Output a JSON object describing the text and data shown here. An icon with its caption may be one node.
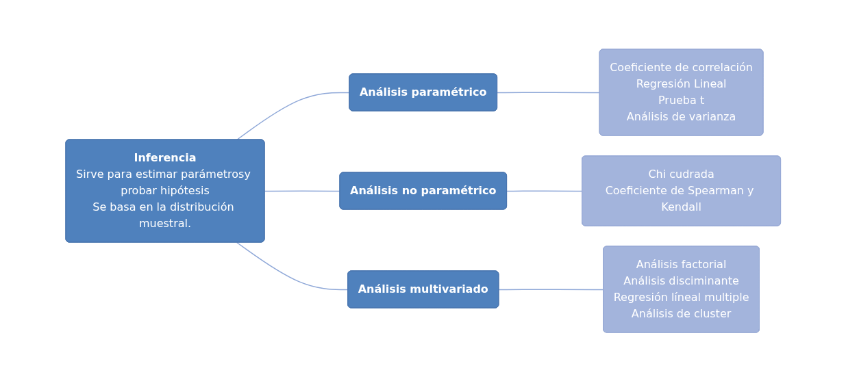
{
  "diagram": {
    "nodes": [
      {
        "text": [
          "Inferencia",
          "Sirve para estimar parámetrosy probar hipótesis",
          "Se basa en la distribución muestral."
        ]
      },
      {
        "text": [
          "Análisis paramétrico"
        ]
      },
      {
        "text": [
          "Análisis no paramétrico"
        ]
      },
      {
        "text": [
          "Análisis multivariado"
        ]
      },
      {
        "text": [
          "Coeficiente de correlación",
          "Regresión Lineal",
          "Prueba t",
          "Análisis de varianza"
        ]
      },
      {
        "text": [
          "Chi cudrada",
          "Coeficiente de Spearman y Kendall"
        ]
      },
      {
        "text": [
          "Análisis factorial",
          "Análisis disciminante",
          "Regresión líneal multiple",
          "Análisis de cluster"
        ]
      }
    ],
    "edges": [
      {
        "from": 0,
        "to": 1,
        "arrow": "none"
      },
      {
        "from": 0,
        "to": 2,
        "arrow": "none"
      },
      {
        "from": 0,
        "to": 3,
        "arrow": "none"
      },
      {
        "from": 1,
        "to": 4,
        "arrow": "none"
      },
      {
        "from": 2,
        "to": 5,
        "arrow": "none"
      },
      {
        "from": 3,
        "to": 6,
        "arrow": "none"
      }
    ]
  }
}
